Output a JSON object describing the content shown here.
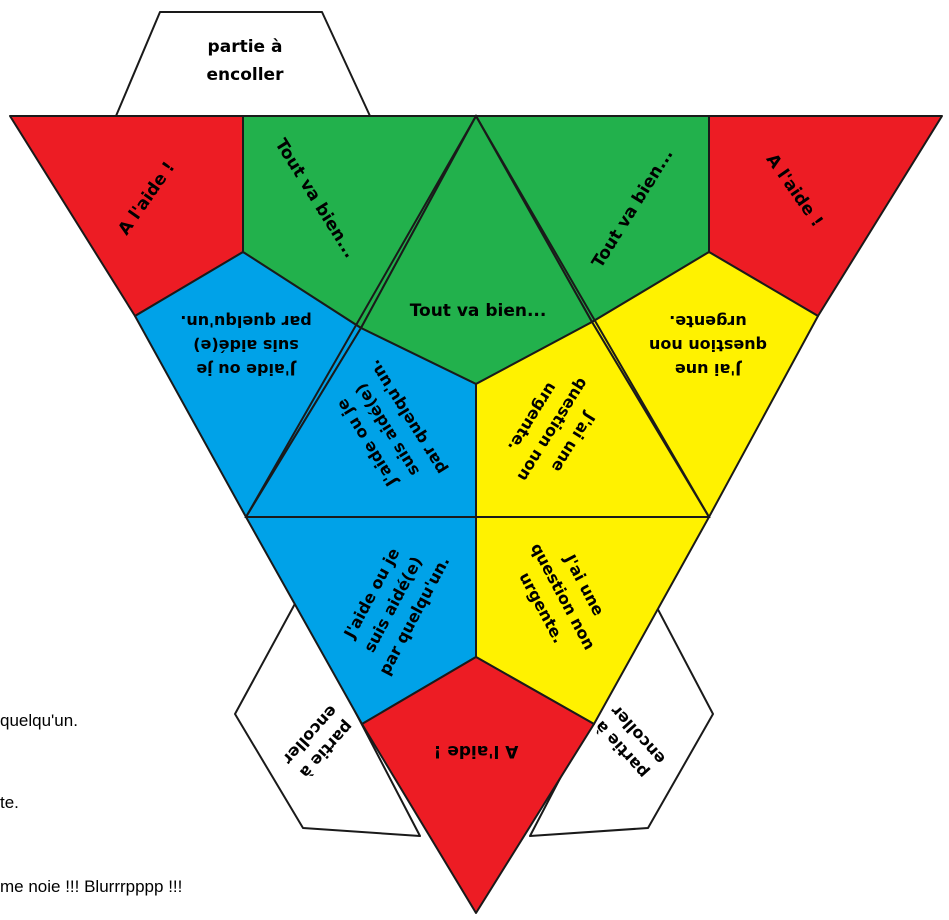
{
  "colors": {
    "red": "#ed1c24",
    "green": "#22b14c",
    "blue": "#00a2e8",
    "yellow": "#fff200",
    "tab": "#ffffff"
  },
  "tabs": {
    "top": [
      "partie à",
      "encoller"
    ],
    "bottom_left": [
      "partie à",
      "encoller"
    ],
    "bottom_right": [
      "partie à",
      "encoller"
    ]
  },
  "faces": {
    "red_top_left": "A l'aide !",
    "red_top_right": "A l'aide !",
    "red_bottom": "A l'aide !",
    "green_left": "Tout va bien...",
    "green_right": "Tout va bien...",
    "green_center": "Tout va bien...",
    "blue_left": [
      "J'aide ou je",
      "suis aidé(e)",
      "par quelqu'un."
    ],
    "blue_center": [
      "J'aide ou je",
      "suis aidé(e)",
      "par quelqu'un."
    ],
    "blue_bottom": [
      "J'aide ou je",
      "suis aidé(e)",
      "par quelqu'un."
    ],
    "yellow_right": [
      "J'ai une",
      "question non",
      "urgente."
    ],
    "yellow_center": [
      "J'ai une",
      "question non",
      "urgente."
    ],
    "yellow_bottom": [
      "J'ai une",
      "question non",
      "urgente."
    ]
  },
  "background_text": [
    "quelqu'un.",
    "te.",
    "me noie !!! Blurrrpppp !!!"
  ]
}
